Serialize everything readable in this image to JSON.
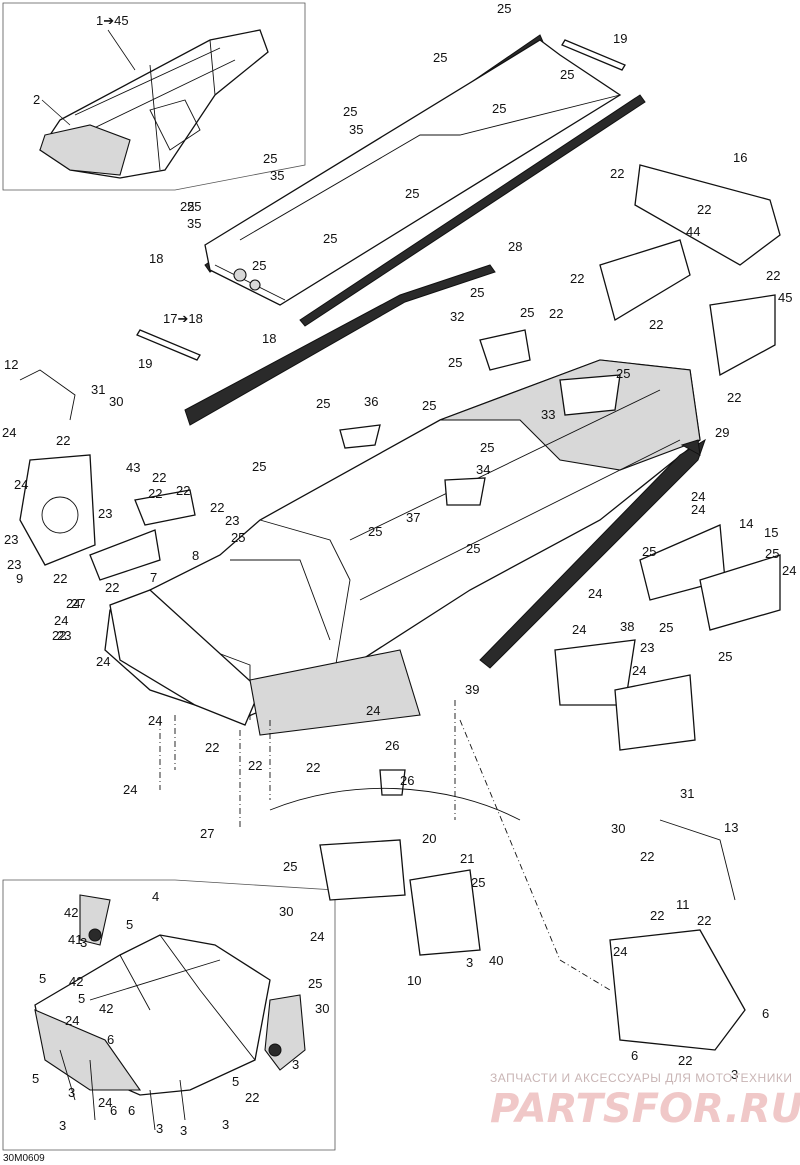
{
  "diagram": {
    "drawing_code": "30M0609",
    "watermark_line1": "ЗАПЧАСТИ И АКСЕССУАРЫ ДЛЯ МОТОТЕХНИКИ",
    "watermark_line2": "PARTSFOR.RU",
    "colors": {
      "line": "#111111",
      "watermark_text": "#c9b5b5",
      "watermark_logo": "#f0c8c8",
      "fill_shade": "#d8d8d8"
    },
    "callouts": [
      "1➔45",
      "2",
      "25",
      "19",
      "25",
      "25",
      "25",
      "35",
      "25",
      "25",
      "35",
      "25",
      "16",
      "22",
      "22",
      "25",
      "35",
      "25",
      "25",
      "18",
      "25",
      "22",
      "44",
      "22",
      "17➔18",
      "28",
      "25",
      "18",
      "22",
      "45",
      "19",
      "32",
      "25",
      "22",
      "25",
      "22",
      "12",
      "25",
      "31",
      "30",
      "25",
      "36",
      "33",
      "22",
      "24",
      "25",
      "29",
      "22",
      "43",
      "25",
      "34",
      "25",
      "25",
      "37",
      "24",
      "22",
      "24",
      "23",
      "22",
      "23",
      "22",
      "23",
      "25",
      "25",
      "14",
      "15",
      "24",
      "23",
      "8",
      "25",
      "25",
      "24",
      "9",
      "24",
      "25",
      "7",
      "22",
      "22",
      "24",
      "27",
      "24",
      "22",
      "38",
      "23",
      "25",
      "24",
      "24",
      "24",
      "39",
      "23",
      "24",
      "22",
      "24",
      "22",
      "26",
      "24",
      "22",
      "27",
      "26",
      "31",
      "30",
      "13",
      "22",
      "20",
      "25",
      "21",
      "42",
      "25",
      "4",
      "30",
      "24",
      "41",
      "11",
      "5",
      "22",
      "22",
      "3",
      "5",
      "3",
      "24",
      "10",
      "25",
      "42",
      "40",
      "5",
      "30",
      "3",
      "42",
      "24",
      "6",
      "5",
      "6",
      "3",
      "24",
      "6",
      "5",
      "22",
      "22",
      "6",
      "3",
      "3",
      "3",
      "6",
      "3",
      "3"
    ]
  }
}
